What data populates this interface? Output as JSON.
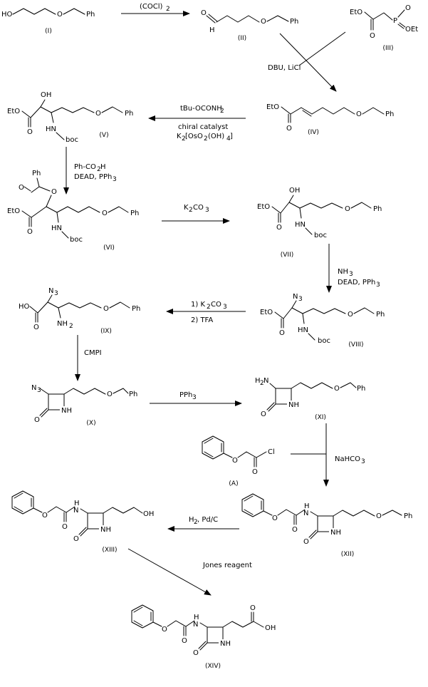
{
  "compounds": {
    "I": "(I)",
    "II": "(II)",
    "III": "(III)",
    "IV": "(IV)",
    "V": "(V)",
    "VI": "(VI)",
    "VII": "(VII)",
    "VIII": "(VIII)",
    "IX": "(IX)",
    "X": "(X)",
    "XI": "(XI)",
    "A": "(A)",
    "XII": "(XII)",
    "XIII": "(XIII)",
    "XIV": "(XIV)"
  },
  "reagents": {
    "step1": "(COCl)",
    "step1_sub": "2",
    "step2": "DBU,  LiCl",
    "step3_a": "tBu-OCONH",
    "step3_a_sub": "2",
    "step3_b": "chiral catalyst",
    "step3_c1": "K",
    "step3_c2": "[OsO",
    "step3_c3": "(OH)",
    "step3_c_sub1": "2",
    "step3_c_sub2": "2",
    "step3_c_sub3": "4",
    "step3_c_end": "]",
    "step4_a": "Ph-CO",
    "step4_a_sub": "2",
    "step4_a_end": "H",
    "step4_b": "DEAD, PPh",
    "step4_b_sub": "3",
    "step5": "K",
    "step5_sub": "2",
    "step5_end": "CO",
    "step5_sub2": "3",
    "step6_a": "NH",
    "step6_a_sub": "3",
    "step6_b": "DEAD, PPh",
    "step6_b_sub": "3",
    "step7_a": "1) K",
    "step7_a_sub": "2",
    "step7_a_end": "CO",
    "step7_a_sub2": "3",
    "step7_b": "2) TFA",
    "step8": "CMPI",
    "step9": "PPh",
    "step9_sub": "3",
    "step10": "NaHCO",
    "step10_sub": "3",
    "step11": "H",
    "step11_sub": "2",
    "step11_end": ",  Pd/C",
    "step12": "Jones reagent"
  },
  "atoms": {
    "HO": "HO",
    "OH": "OH",
    "O": "O",
    "Ph": "Ph",
    "EtO": "EtO",
    "H": "H",
    "P": "P",
    "OEt": "OEt",
    "HN": "HN",
    "boc": "boc",
    "N3": "N",
    "sub3": "3",
    "NH2": "NH",
    "sub2": "2",
    "NH": "NH",
    "H2N": "H",
    "Cl": "Cl",
    "OH_acid": "OH"
  }
}
